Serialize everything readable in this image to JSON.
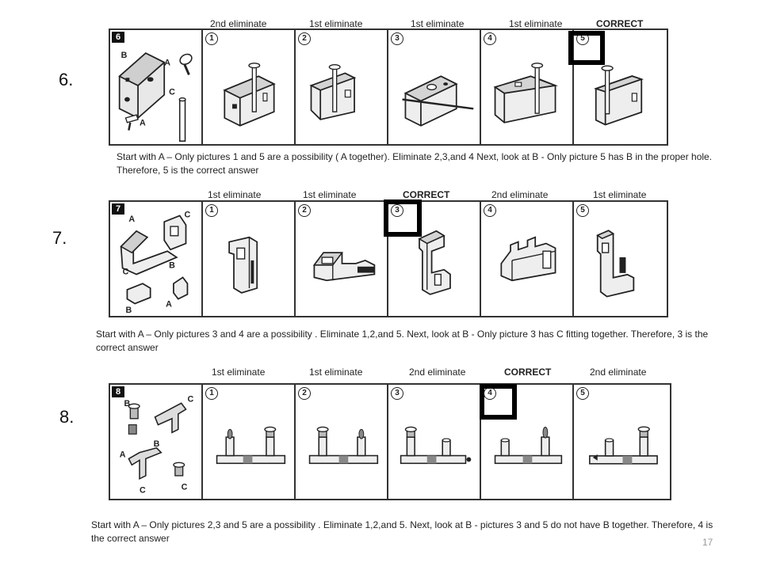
{
  "problems": [
    {
      "number": "6.",
      "key_number": "6",
      "labels": [
        {
          "text": "2nd  eliminate",
          "correct": false
        },
        {
          "text": "1st eliminate",
          "correct": false
        },
        {
          "text": "1st eliminate",
          "correct": false
        },
        {
          "text": "1st eliminate",
          "correct": false
        },
        {
          "text": "CORRECT",
          "correct": true
        }
      ],
      "options": [
        "1",
        "2",
        "3",
        "4",
        "5"
      ],
      "correct_option": 5,
      "description": "Start with A – Only pictures  1 and 5 are a possibility   ( A together). Eliminate 2,3,and 4 Next, look at B -   Only picture  5 has B in the proper  hole. Therefore, 5  is the correct answer"
    },
    {
      "number": "7.",
      "key_number": "7",
      "labels": [
        {
          "text": "1st  eliminate",
          "correct": false
        },
        {
          "text": "1st eliminate",
          "correct": false
        },
        {
          "text": "CORRECT",
          "correct": true
        },
        {
          "text": "2nd eliminate",
          "correct": false
        },
        {
          "text": "1st eliminate",
          "correct": false
        }
      ],
      "options": [
        "1",
        "2",
        "3",
        "4",
        "5"
      ],
      "correct_option": 3,
      "description": "Start with A – Only pictures  3 and 4 are a possibility   . Eliminate 1,2,and 5. Next, look at B  -  Only picture  3  has C fitting together.  Therefore, 3  is the correct answer"
    },
    {
      "number": "8.",
      "key_number": "8",
      "labels": [
        {
          "text": "1st  eliminate",
          "correct": false
        },
        {
          "text": "1st eliminate",
          "correct": false
        },
        {
          "text": "2nd eliminate",
          "correct": false
        },
        {
          "text": "CORRECT",
          "correct": true
        },
        {
          "text": "2nd eliminate",
          "correct": false
        }
      ],
      "options": [
        "1",
        "2",
        "3",
        "4",
        "5"
      ],
      "correct_option": 4,
      "description": "Start with A – Only pictures  2,3 and 5  are a possibility   . Eliminate 1,2,and 5. Next, look at B  -   pictures 3 and 5 do not have B together. Therefore, 4   is the correct answer"
    }
  ],
  "key_part_letters": {
    "a": "A",
    "b": "B",
    "c": "C"
  },
  "page_number": "17"
}
